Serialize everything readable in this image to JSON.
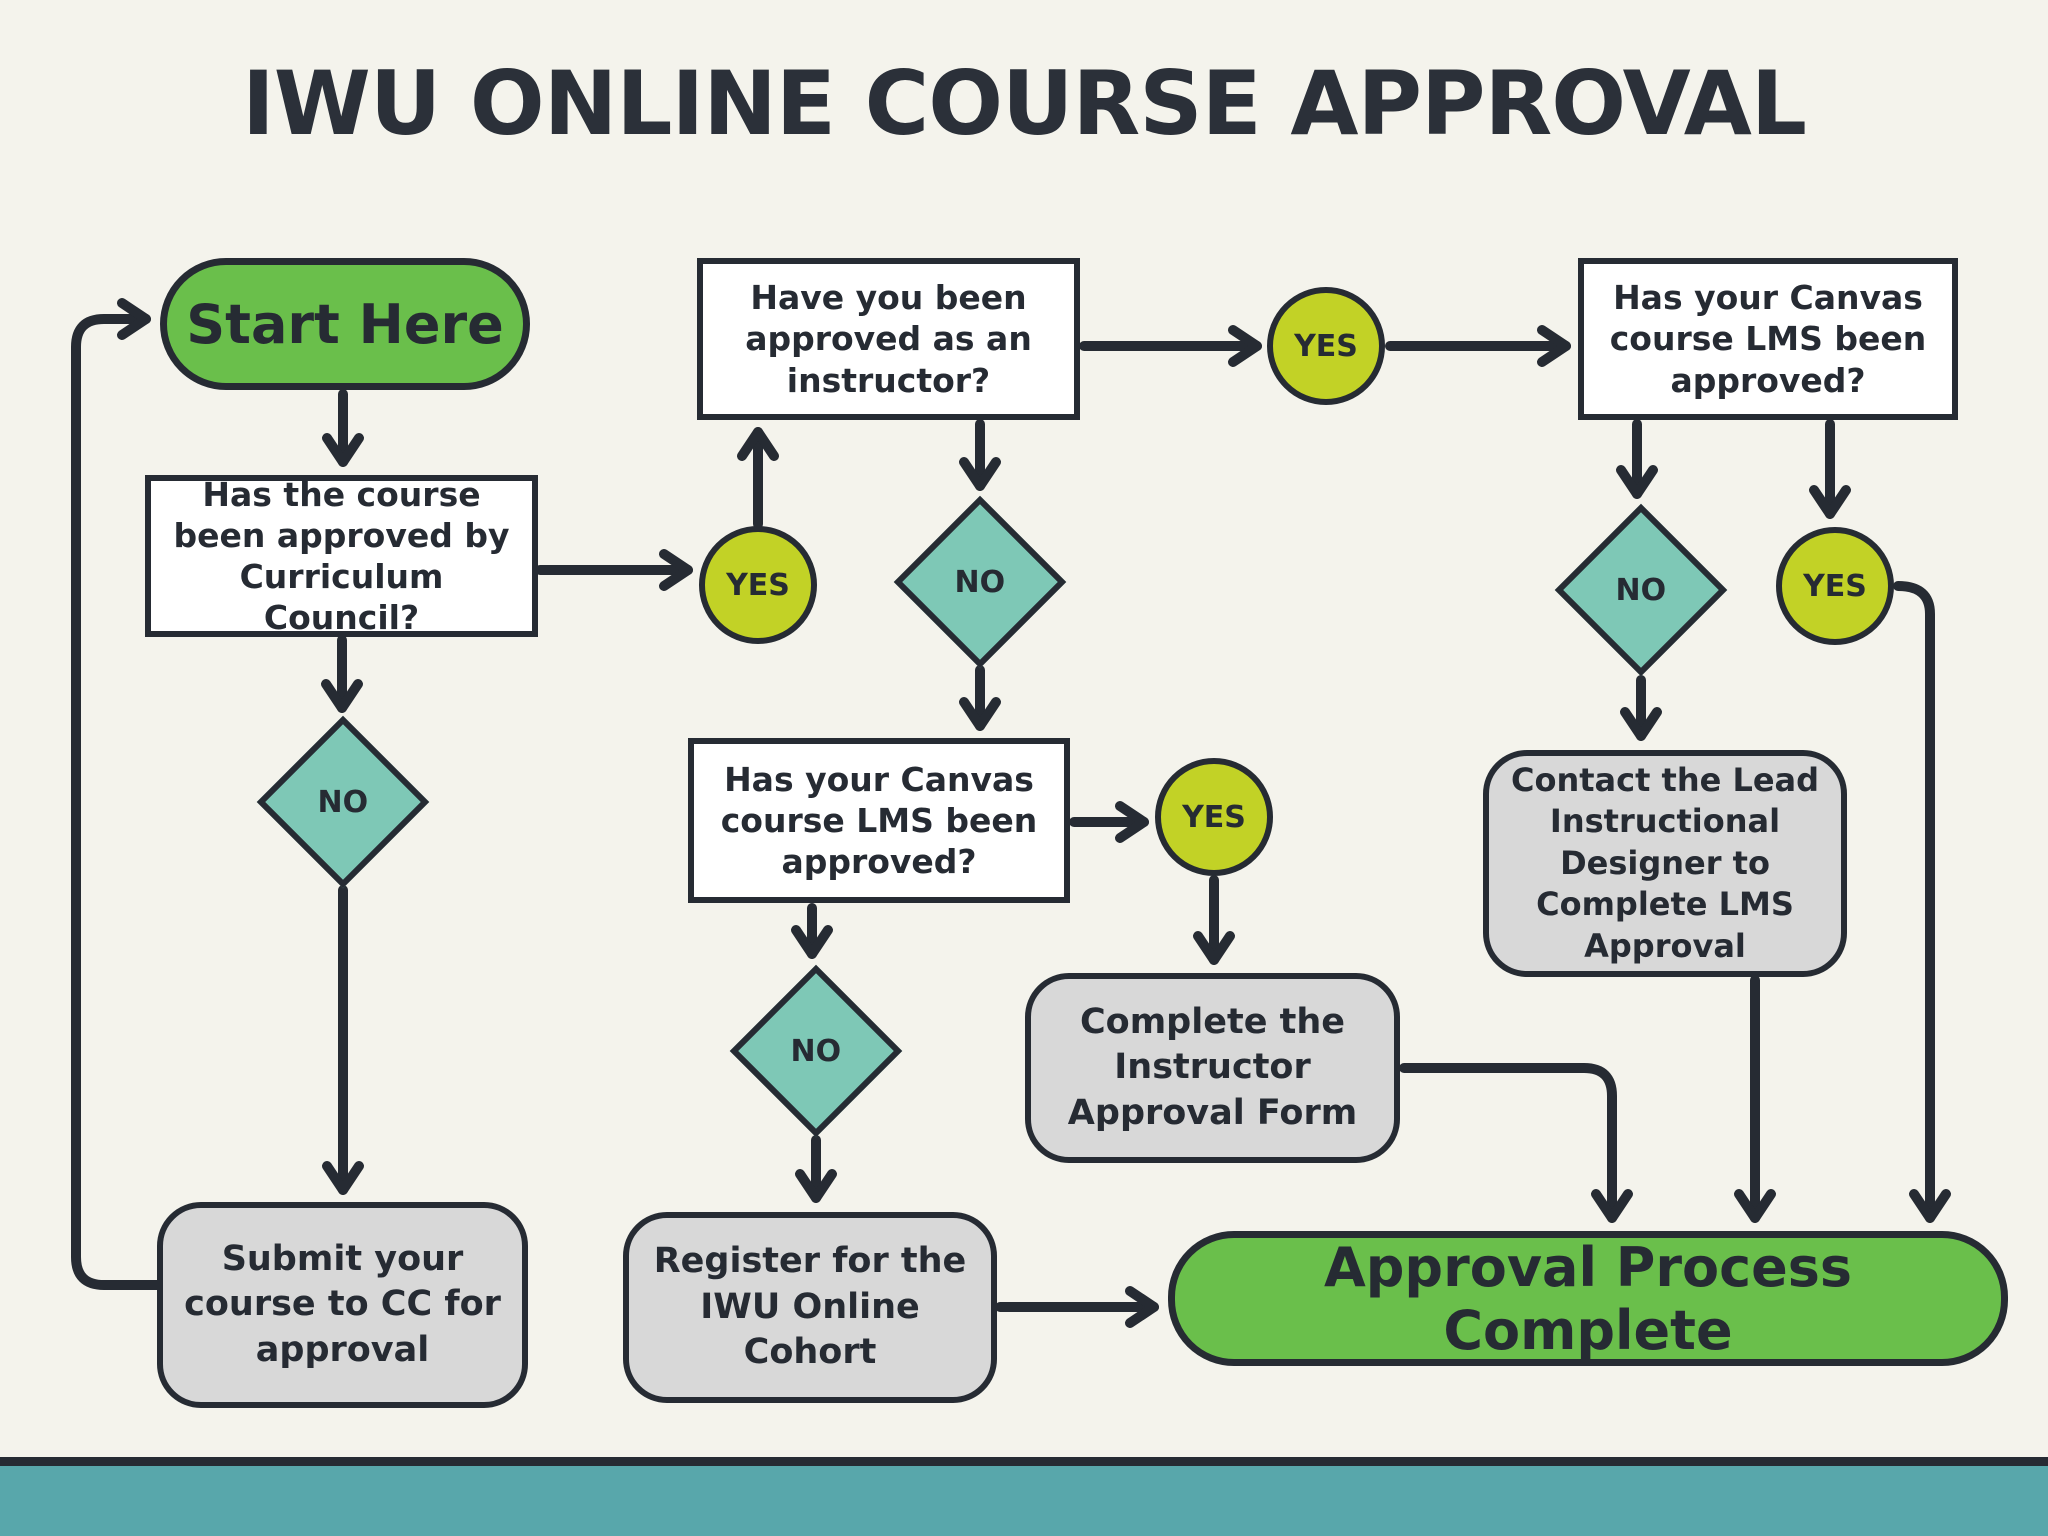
{
  "title": "IWU ONLINE COURSE APPROVAL",
  "nodes": {
    "start": {
      "label": "Start Here"
    },
    "curriculum_question": {
      "label": "Has the course been approved by Curriculum Council?"
    },
    "instructor_question": {
      "label": "Have you been approved as an instructor?"
    },
    "canvas_lms_question_center": {
      "label": "Has your Canvas course LMS been approved?"
    },
    "canvas_lms_question_right": {
      "label": "Has your Canvas course LMS been approved?"
    },
    "submit_course": {
      "label": "Submit your course to CC for approval"
    },
    "register_cohort": {
      "label": "Register for the IWU Online Cohort"
    },
    "complete_instructor_form": {
      "label": "Complete the Instructor Approval Form"
    },
    "contact_designer": {
      "label": "Contact the Lead Instructional Designer to Complete LMS Approval"
    },
    "approval_complete": {
      "label": "Approval Process Complete"
    }
  },
  "decision_labels": {
    "curriculum_yes": "YES",
    "curriculum_no": "NO",
    "instructor_yes": "YES",
    "instructor_no": "NO",
    "canvas_center_yes": "YES",
    "canvas_center_no": "NO",
    "canvas_right_yes": "YES",
    "canvas_right_no": "NO"
  },
  "colors": {
    "background": "#f4f3ec",
    "ink": "#262b33",
    "start_end_green": "#6abf4b",
    "yes_circle": "#c2d226",
    "no_diamond": "#7ec8b6",
    "process_gray": "#d8d8d8",
    "footer_bar_teal": "#58a7ab"
  }
}
